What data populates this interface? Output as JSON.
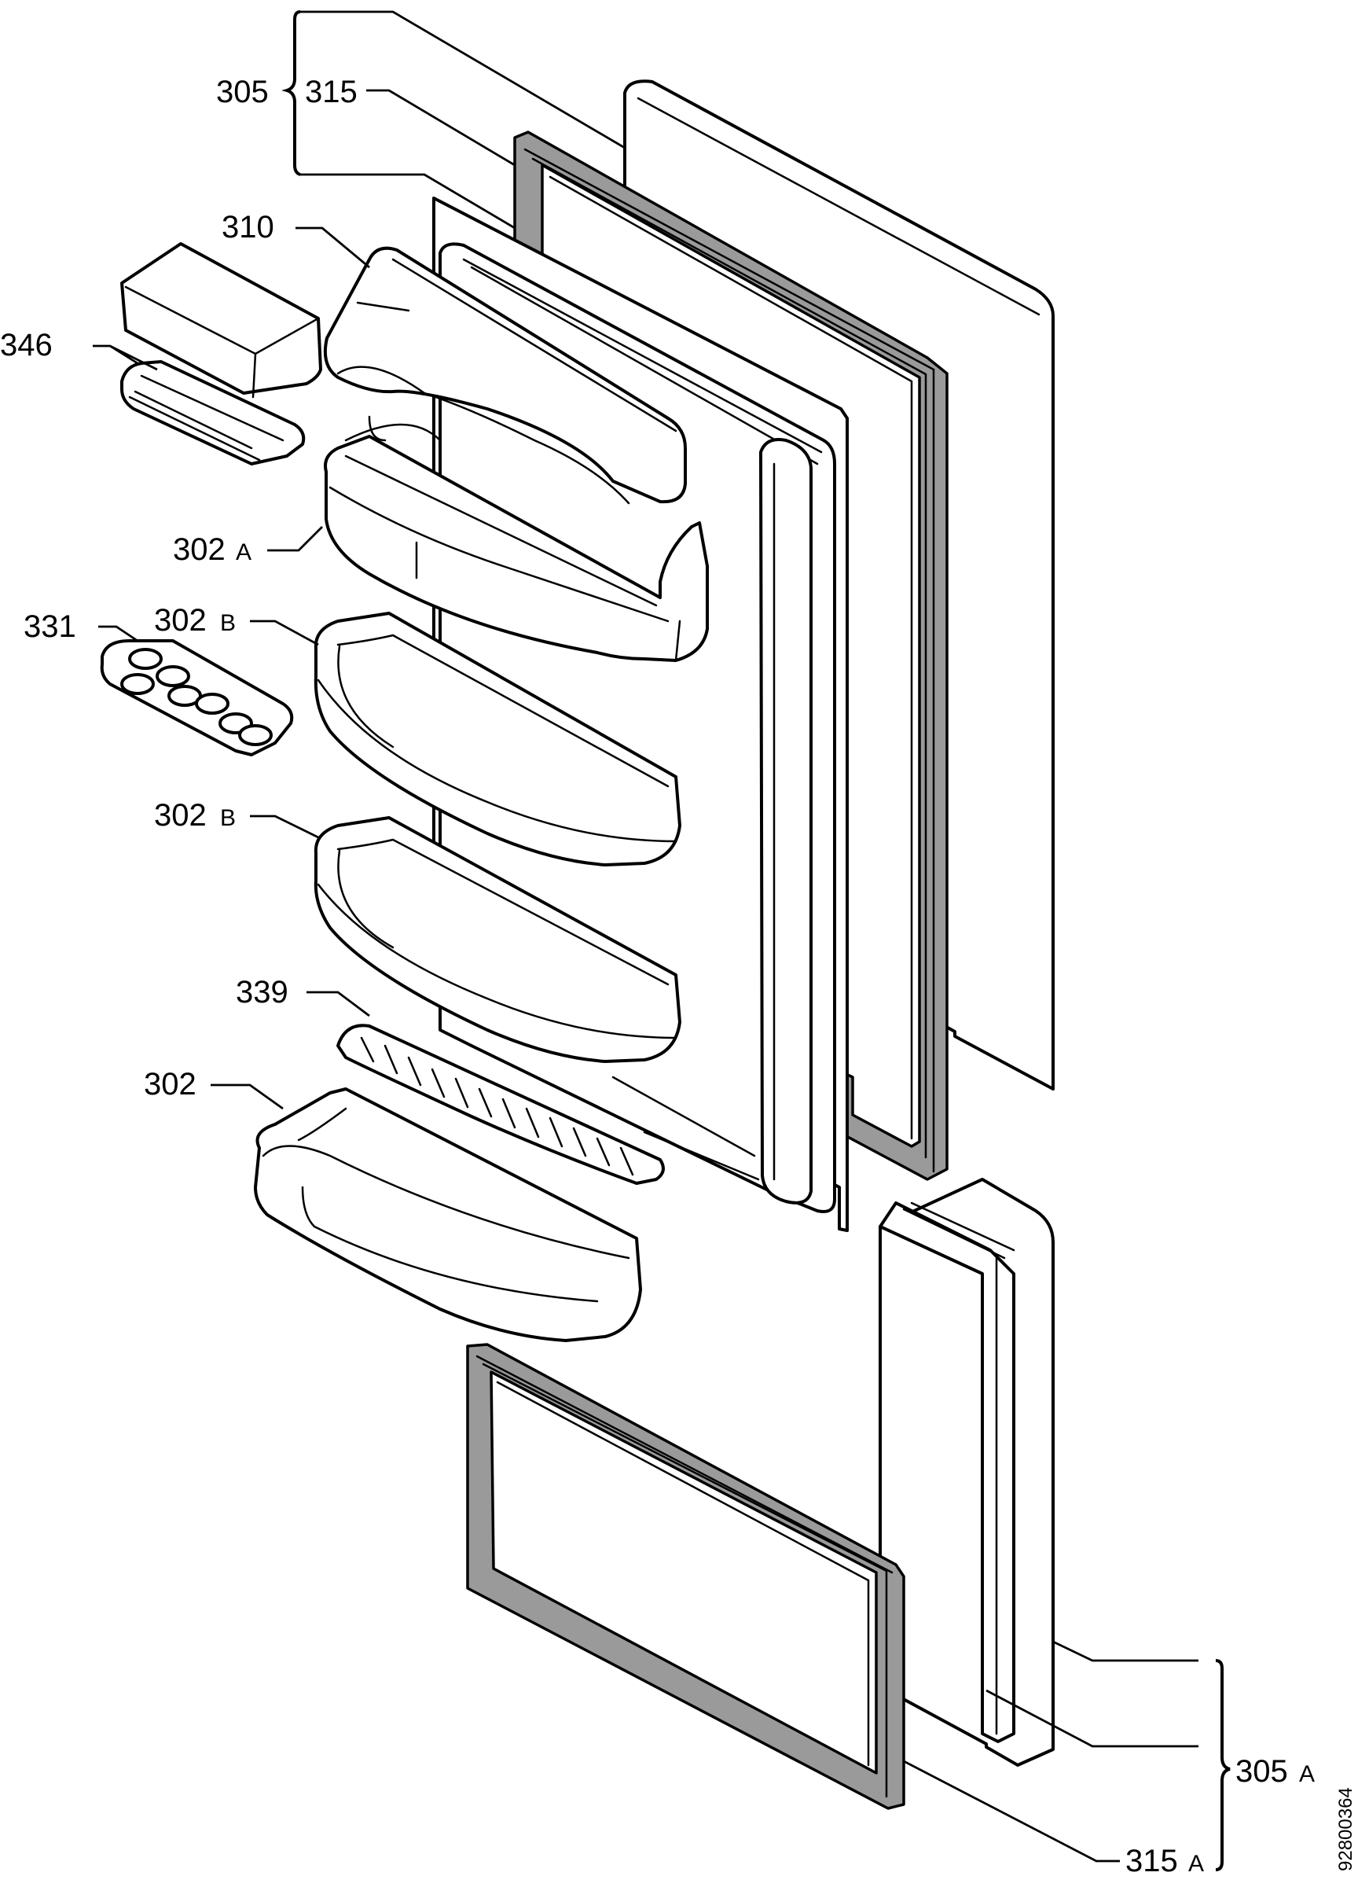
{
  "labels": {
    "l305": "305",
    "l315": "315",
    "l310": "310",
    "l346": "346",
    "l302a": "302",
    "l302a_suffix": "A",
    "l331": "331",
    "l302b1": "302",
    "l302b1_suffix": "B",
    "l302b2": "302",
    "l302b2_suffix": "B",
    "l339": "339",
    "l302": "302",
    "l305a": "305",
    "l305a_suffix": "A",
    "l315a": "315",
    "l315a_suffix": "A"
  },
  "document_id": "92800364"
}
